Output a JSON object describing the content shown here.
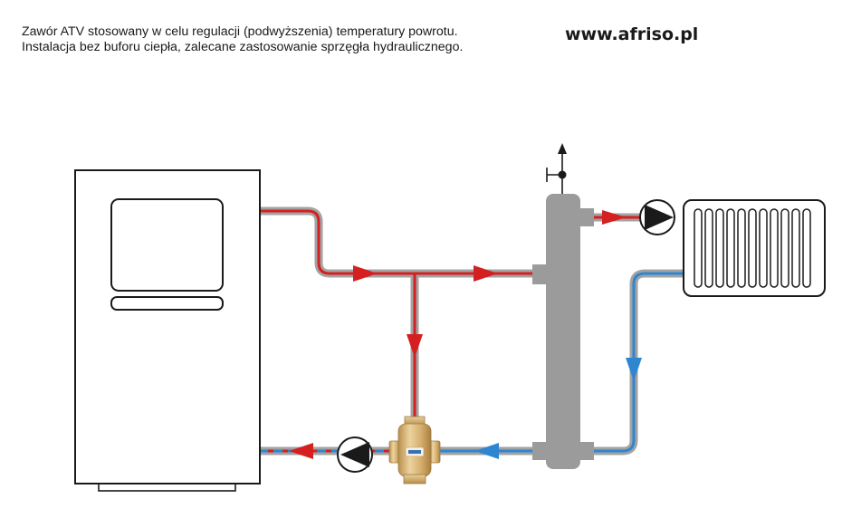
{
  "caption": {
    "line1": "Zawór ATV stosowany w celu regulacji (podwyższenia) temperatury powrotu.",
    "line2": "Instalacja bez buforu ciepła, zalecane zastosowanie sprzęgła hydraulicznego."
  },
  "website": "www.afriso.pl",
  "colors": {
    "supply": "#d42020",
    "return": "#2f86d0",
    "pipe_shell": "#9a9a9a",
    "hydraulic_separator": "#9b9b9b",
    "valve_brass": "#d8b67a"
  },
  "components": [
    {
      "name": "boiler",
      "label": ""
    },
    {
      "name": "hydraulic-separator",
      "label": ""
    },
    {
      "name": "radiator",
      "label": ""
    },
    {
      "name": "atv-three-way-valve",
      "label": ""
    },
    {
      "name": "boiler-circuit-pump",
      "label": ""
    },
    {
      "name": "heating-circuit-pump",
      "label": ""
    },
    {
      "name": "air-vent",
      "label": ""
    }
  ]
}
